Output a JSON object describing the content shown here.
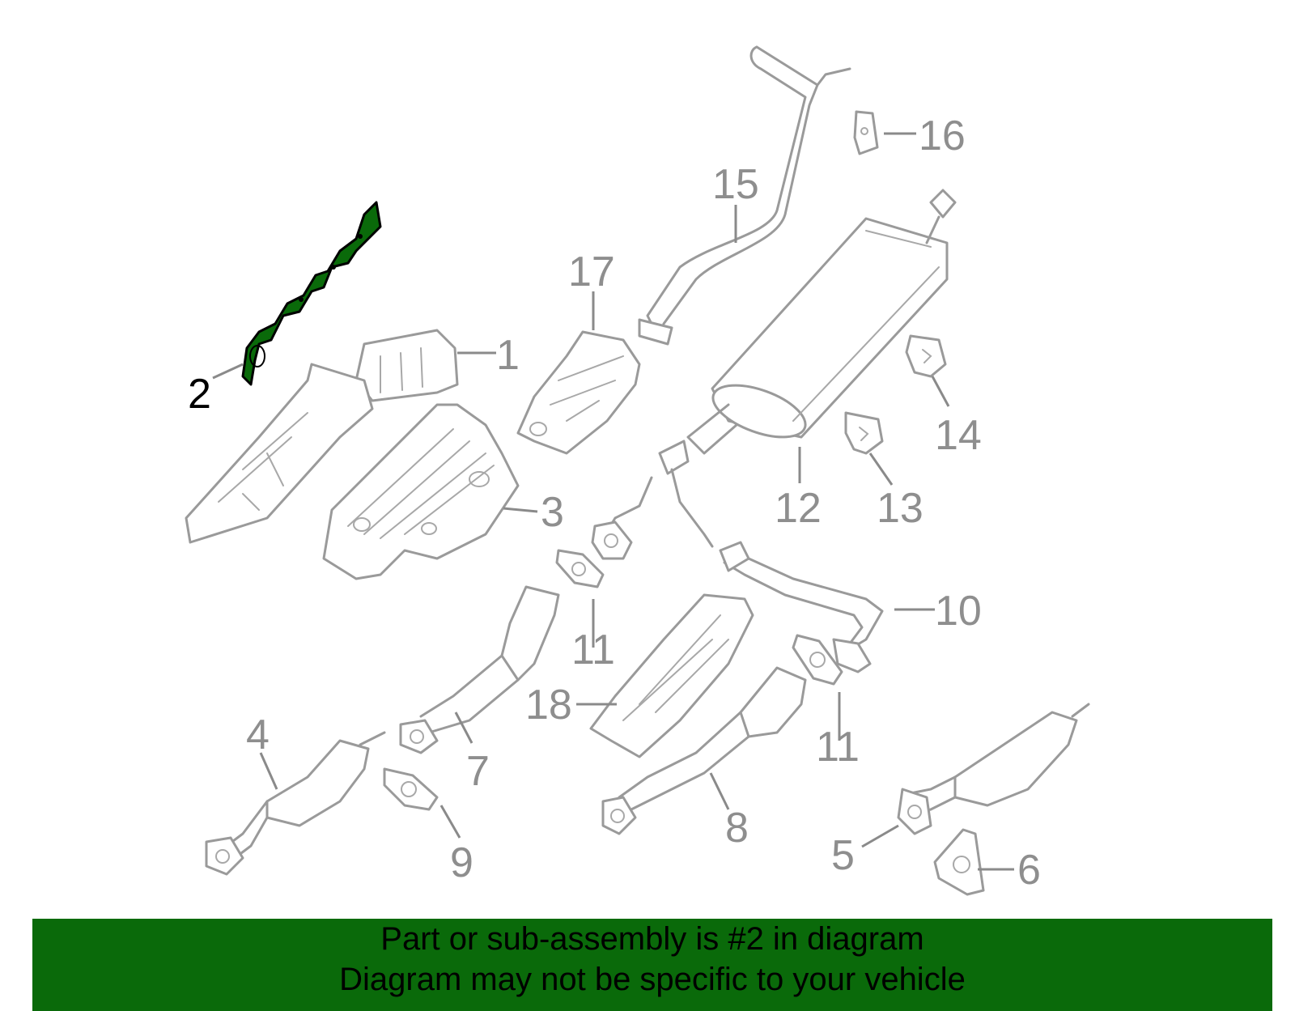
{
  "diagram": {
    "highlight_color": "#0a6a0a",
    "part_line_color": "#9a9a9a",
    "callouts": [
      {
        "label": "1",
        "highlighted": false
      },
      {
        "label": "2",
        "highlighted": true
      },
      {
        "label": "3",
        "highlighted": false
      },
      {
        "label": "4",
        "highlighted": false
      },
      {
        "label": "5",
        "highlighted": false
      },
      {
        "label": "6",
        "highlighted": false
      },
      {
        "label": "7",
        "highlighted": false
      },
      {
        "label": "8",
        "highlighted": false
      },
      {
        "label": "9",
        "highlighted": false
      },
      {
        "label": "10",
        "highlighted": false
      },
      {
        "label": "11",
        "highlighted": false
      },
      {
        "label": "11",
        "highlighted": false
      },
      {
        "label": "12",
        "highlighted": false
      },
      {
        "label": "13",
        "highlighted": false
      },
      {
        "label": "14",
        "highlighted": false
      },
      {
        "label": "15",
        "highlighted": false
      },
      {
        "label": "16",
        "highlighted": false
      },
      {
        "label": "17",
        "highlighted": false
      },
      {
        "label": "18",
        "highlighted": false
      }
    ]
  },
  "banner": {
    "line1": "Part or sub-assembly is #2 in diagram",
    "line2": "Diagram may not be specific to your vehicle"
  }
}
